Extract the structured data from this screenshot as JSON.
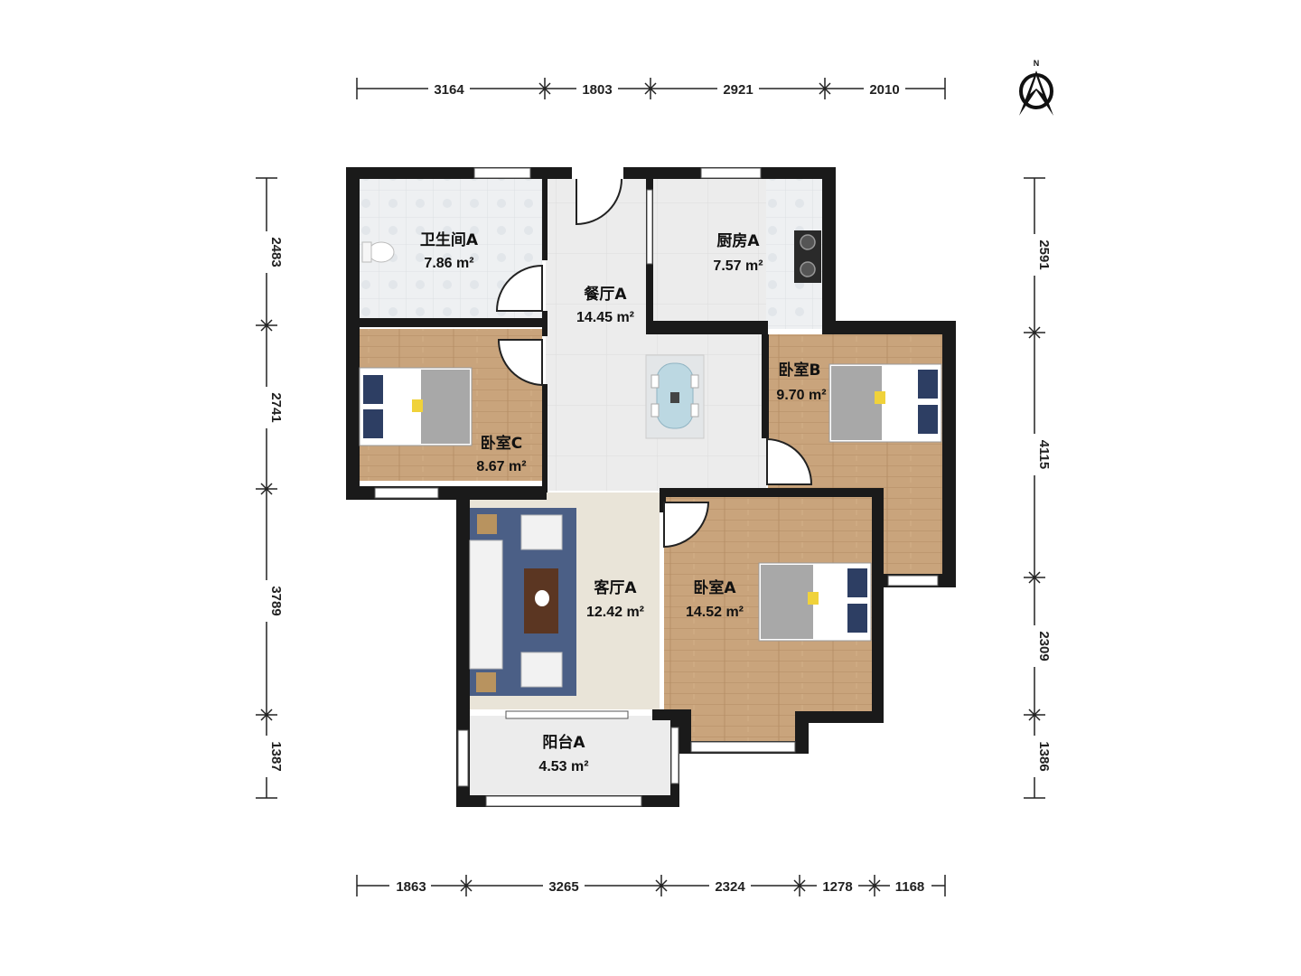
{
  "compass": {
    "label": "N"
  },
  "rooms": [
    {
      "id": "bathroom-a",
      "name": "卫生间A",
      "area": "7.86 m²"
    },
    {
      "id": "dining-a",
      "name": "餐厅A",
      "area": "14.45 m²"
    },
    {
      "id": "kitchen-a",
      "name": "厨房A",
      "area": "7.57 m²"
    },
    {
      "id": "bedroom-b",
      "name": "卧室B",
      "area": "9.70 m²"
    },
    {
      "id": "bedroom-c",
      "name": "卧室C",
      "area": "8.67 m²"
    },
    {
      "id": "living-a",
      "name": "客厅A",
      "area": "12.42 m²"
    },
    {
      "id": "bedroom-a",
      "name": "卧室A",
      "area": "14.52 m²"
    },
    {
      "id": "balcony-a",
      "name": "阳台A",
      "area": "4.53 m²"
    }
  ],
  "dimensions": {
    "top": [
      "3164",
      "1803",
      "2921",
      "2010"
    ],
    "bottom": [
      "1863",
      "3265",
      "2324",
      "1278",
      "1168"
    ],
    "left": [
      "2483",
      "2741",
      "3789",
      "1387"
    ],
    "right": [
      "2591",
      "4115",
      "2309",
      "1386"
    ]
  },
  "colors": {
    "wall": "#1a1a1a",
    "wood_floor": "#c9a47c",
    "tile_floor": "#eef0f2",
    "dining_floor": "#eaeaea",
    "living_floor": "#e9e4d8",
    "rug": "#4b5f86"
  }
}
